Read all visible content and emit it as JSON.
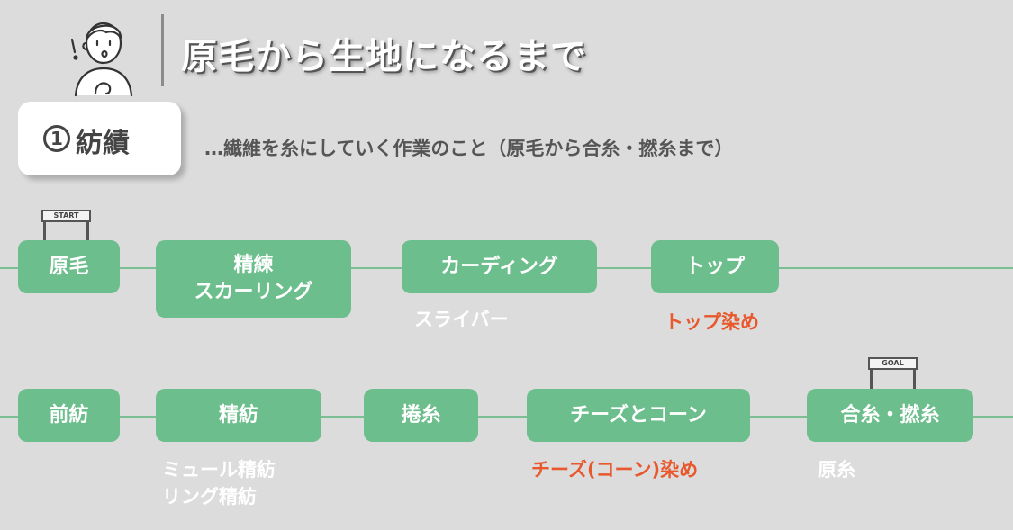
{
  "header": {
    "title": "原毛から生地になるまで"
  },
  "section": {
    "number": "1",
    "label": "紡績",
    "description": "…繊維を糸にしていく作業のこと（原毛から合糸・撚糸まで）"
  },
  "flags": {
    "start": "START",
    "goal": "GOAL"
  },
  "row1": [
    {
      "label": "原毛"
    },
    {
      "label": "精練\nスカーリング"
    },
    {
      "label": "カーディング",
      "note": "スライバー"
    },
    {
      "label": "トップ",
      "note": "トップ染め"
    }
  ],
  "row2": [
    {
      "label": "前紡"
    },
    {
      "label": "精紡",
      "note": "ミュール精紡\nリング精紡"
    },
    {
      "label": "捲糸"
    },
    {
      "label": "チーズとコーン",
      "note": "チーズ(コーン)染め"
    },
    {
      "label": "合糸・撚糸",
      "note": "原糸"
    }
  ],
  "colors": {
    "background": "#dcdcdc",
    "node": "#6dbe8d",
    "line": "#7cbf94",
    "dye_note": "#e8582c",
    "note": "#ffffff"
  }
}
